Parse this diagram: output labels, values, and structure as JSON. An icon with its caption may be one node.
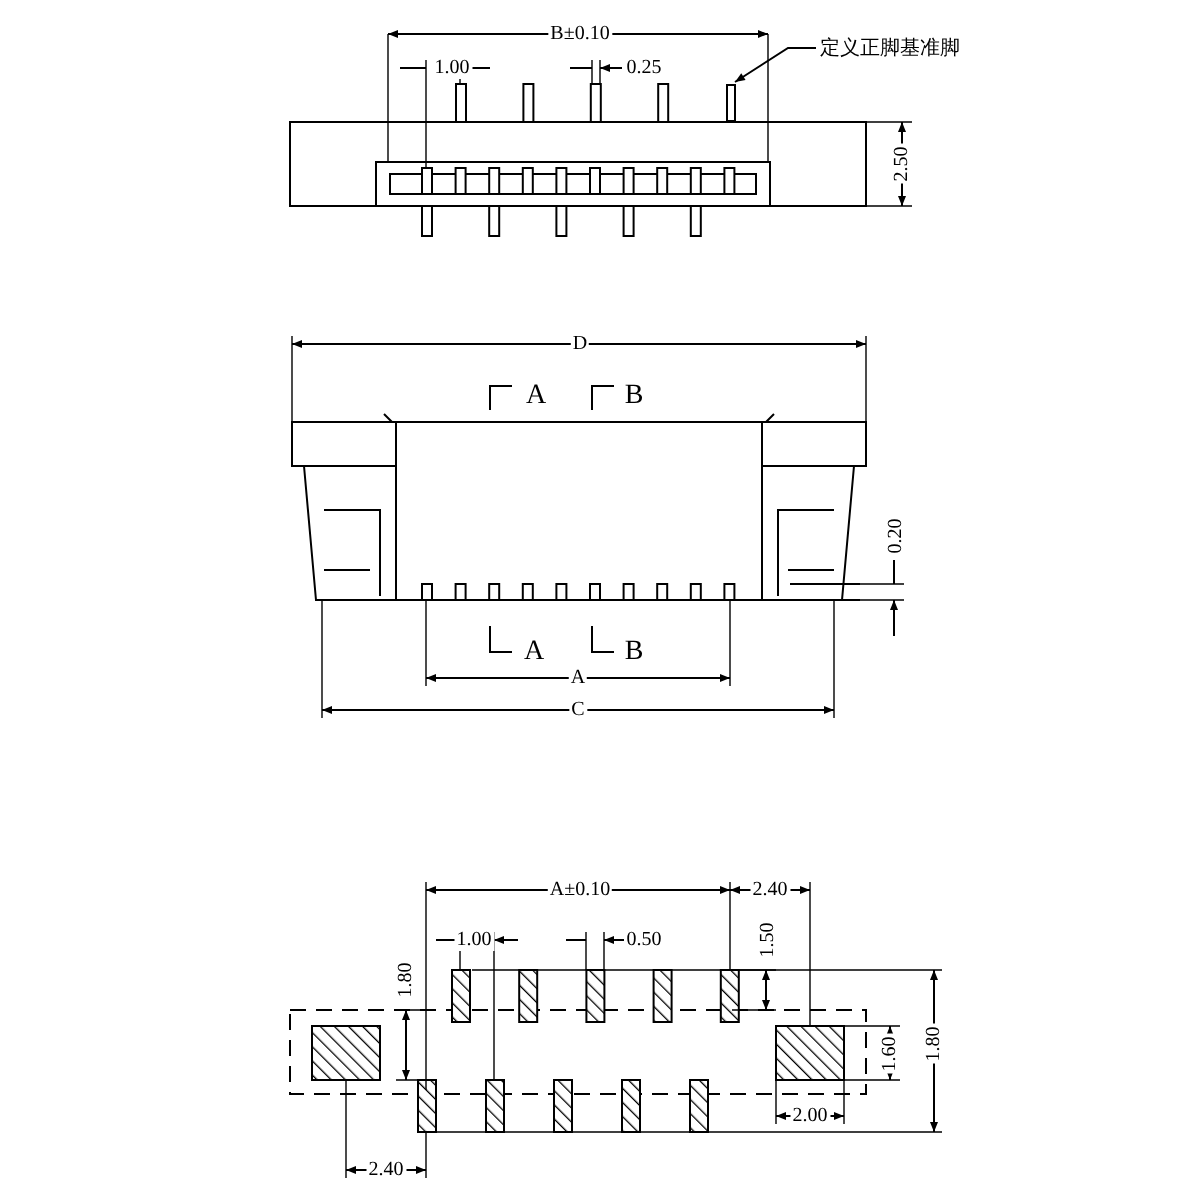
{
  "diagram": {
    "nodes": [
      {
        "text": [
          "定义正脚基准脚"
        ]
      },
      {
        "text": [],
        "shape": "bar"
      }
    ],
    "edges": [
      {
        "from": 0,
        "to": 1,
        "arrow": "to"
      }
    ],
    "labels": [
      "B±0.10",
      "1.00",
      "0.25",
      "2.50",
      "D",
      "A",
      "B",
      "0.20",
      "A",
      "B",
      "A",
      "C",
      "A±0.10",
      "2.40",
      "1.00",
      "0.50",
      "1.50",
      "1.80",
      "1.60",
      "1.80",
      "2.00",
      "2.40"
    ]
  }
}
